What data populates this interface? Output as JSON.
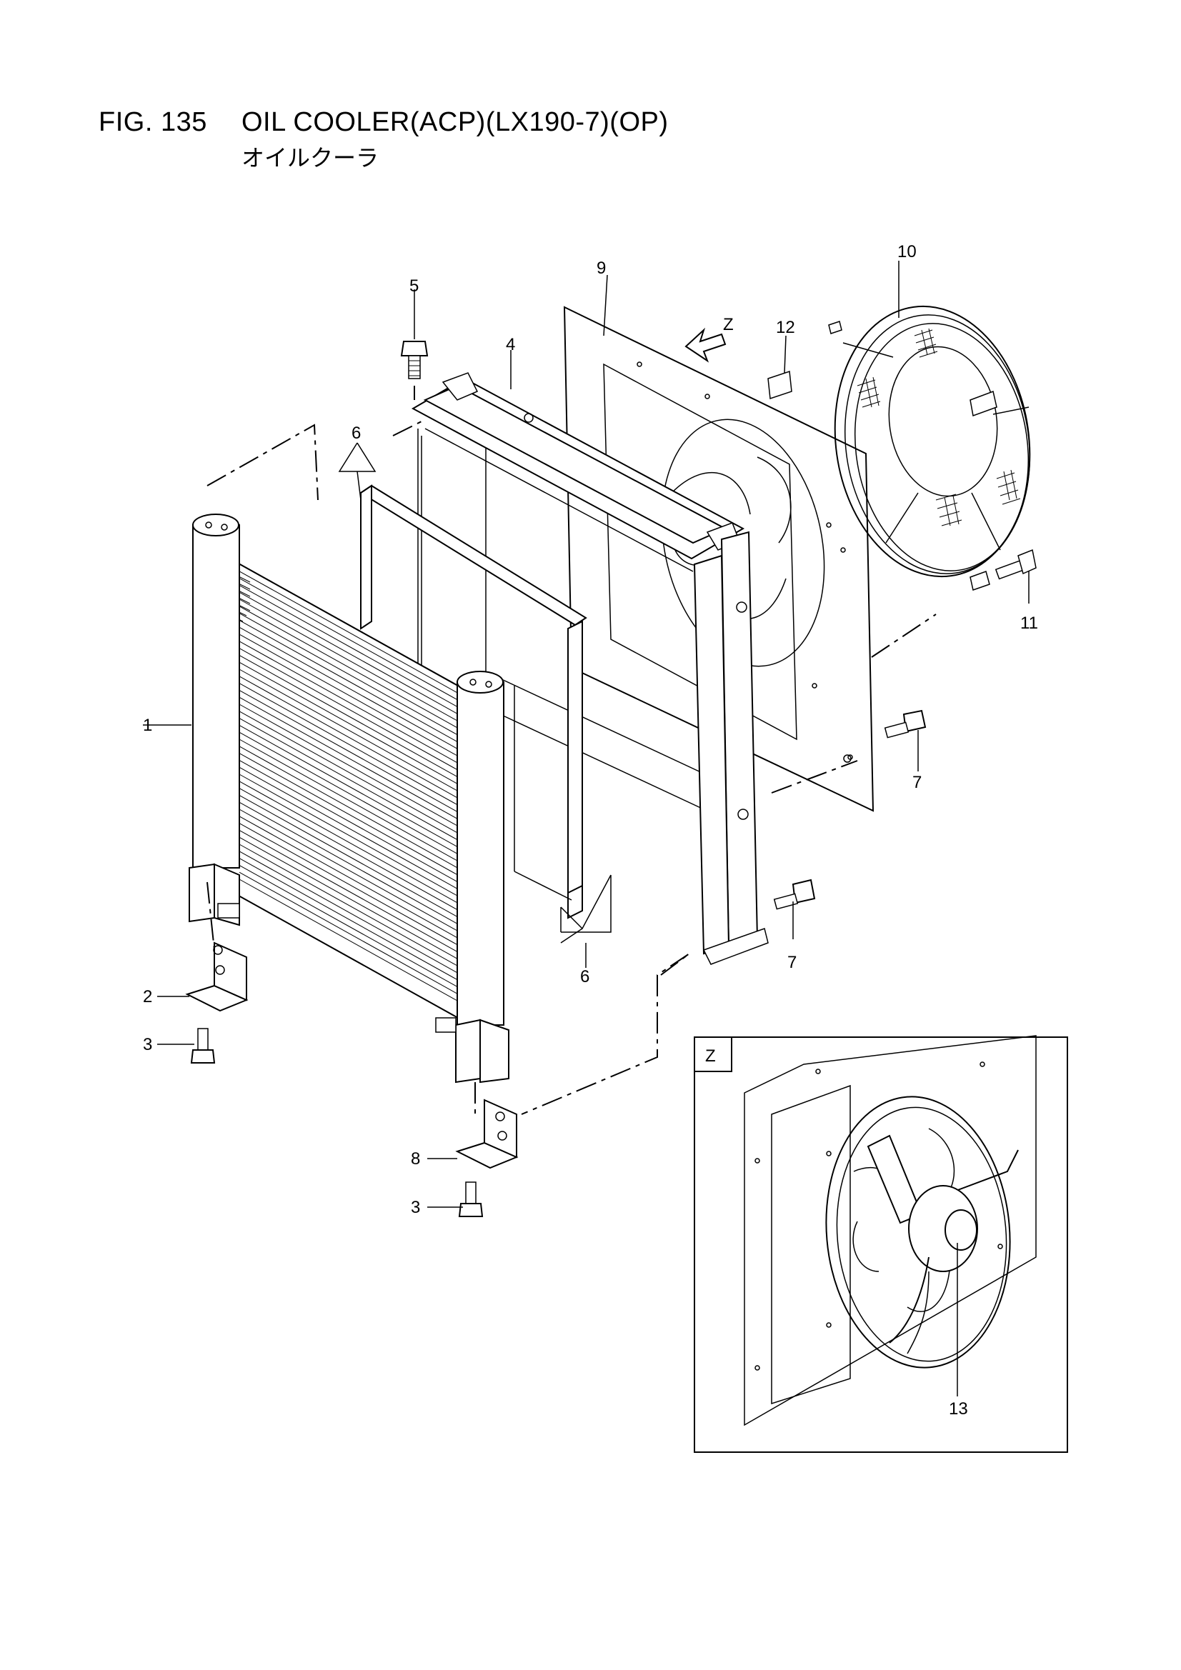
{
  "header": {
    "figure_number": "FIG. 135",
    "title": "OIL COOLER(ACP)(LX190-7)(OP)",
    "subtitle_ja": "オイルクーラ"
  },
  "callouts": {
    "c1": "1",
    "c2": "2",
    "c3a": "3",
    "c3b": "3",
    "c4": "4",
    "c5": "5",
    "c6a": "6",
    "c6b": "6",
    "c7a": "7",
    "c7b": "7",
    "c8": "8",
    "c9": "9",
    "c10": "10",
    "c11": "11",
    "c12": "12",
    "c13": "13"
  },
  "view_arrow_label": "Z",
  "detail_view": {
    "label": "Z"
  }
}
